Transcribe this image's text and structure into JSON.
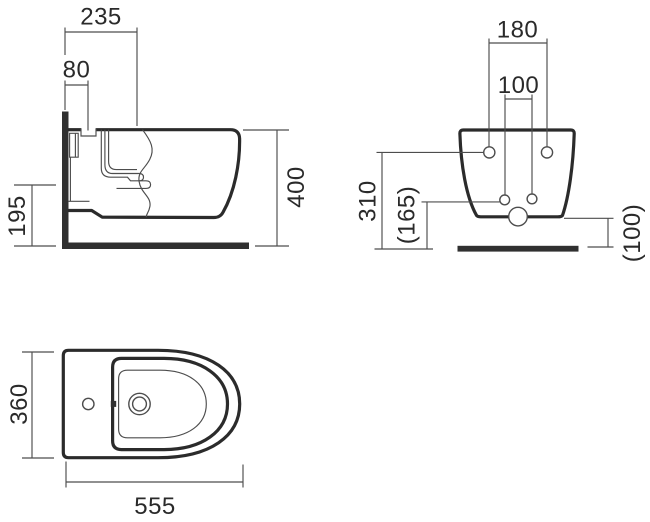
{
  "drawing_title": "wall-hung bidet technical drawing, three orthographic views",
  "colors": {
    "background": "#ffffff",
    "outline": "#2b2b2b",
    "thin_line": "#4d4d4d",
    "solid": "#303030",
    "muted_line": "#8f8f8f",
    "label": "#2a2a2a"
  },
  "side_view": {
    "top_width": "235",
    "inlet_offset": "80",
    "outlet_height": "195",
    "overall_height": "400"
  },
  "rear_view": {
    "fixing_hole_centres": "180",
    "inlet_hole_centres": "100",
    "fixing_hole_height": "310",
    "inlet_hole_height": "(165)",
    "underside_clearance": "(100)"
  },
  "plan_view": {
    "overall_width": "360",
    "overall_depth": "555"
  }
}
